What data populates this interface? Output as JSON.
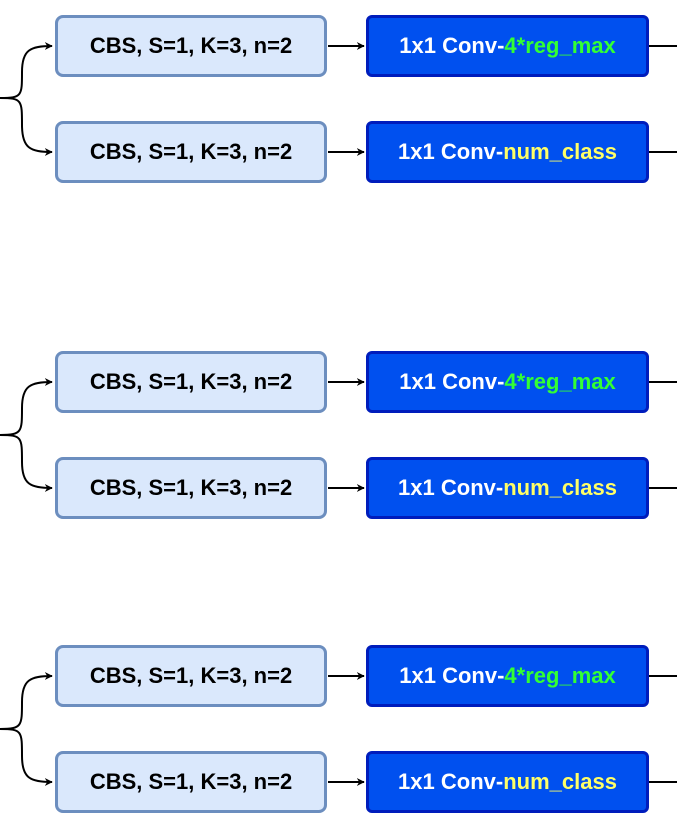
{
  "groups": [
    {
      "branches": [
        {
          "cbs_label": "CBS, S=1, K=3, n=2",
          "conv_prefix": "1x1 Conv-",
          "conv_suffix": "4*reg_max",
          "suffix_color": "#33ff33"
        },
        {
          "cbs_label": "CBS, S=1, K=3, n=2",
          "conv_prefix": "1x1 Conv-",
          "conv_suffix": "num_class",
          "suffix_color": "#ffff66"
        }
      ]
    },
    {
      "branches": [
        {
          "cbs_label": "CBS, S=1, K=3, n=2",
          "conv_prefix": "1x1 Conv-",
          "conv_suffix": "4*reg_max",
          "suffix_color": "#33ff33"
        },
        {
          "cbs_label": "CBS, S=1, K=3, n=2",
          "conv_prefix": "1x1 Conv-",
          "conv_suffix": "num_class",
          "suffix_color": "#ffff66"
        }
      ]
    },
    {
      "branches": [
        {
          "cbs_label": "CBS, S=1, K=3, n=2",
          "conv_prefix": "1x1 Conv-",
          "conv_suffix": "4*reg_max",
          "suffix_color": "#33ff33"
        },
        {
          "cbs_label": "CBS, S=1, K=3, n=2",
          "conv_prefix": "1x1 Conv-",
          "conv_suffix": "num_class",
          "suffix_color": "#ffff66"
        }
      ]
    }
  ],
  "colors": {
    "cbs_fill": "#dae8fc",
    "cbs_border": "#6c8ebf",
    "conv_fill": "#0050ef",
    "conv_border": "#001dbc",
    "connector": "#000000"
  }
}
